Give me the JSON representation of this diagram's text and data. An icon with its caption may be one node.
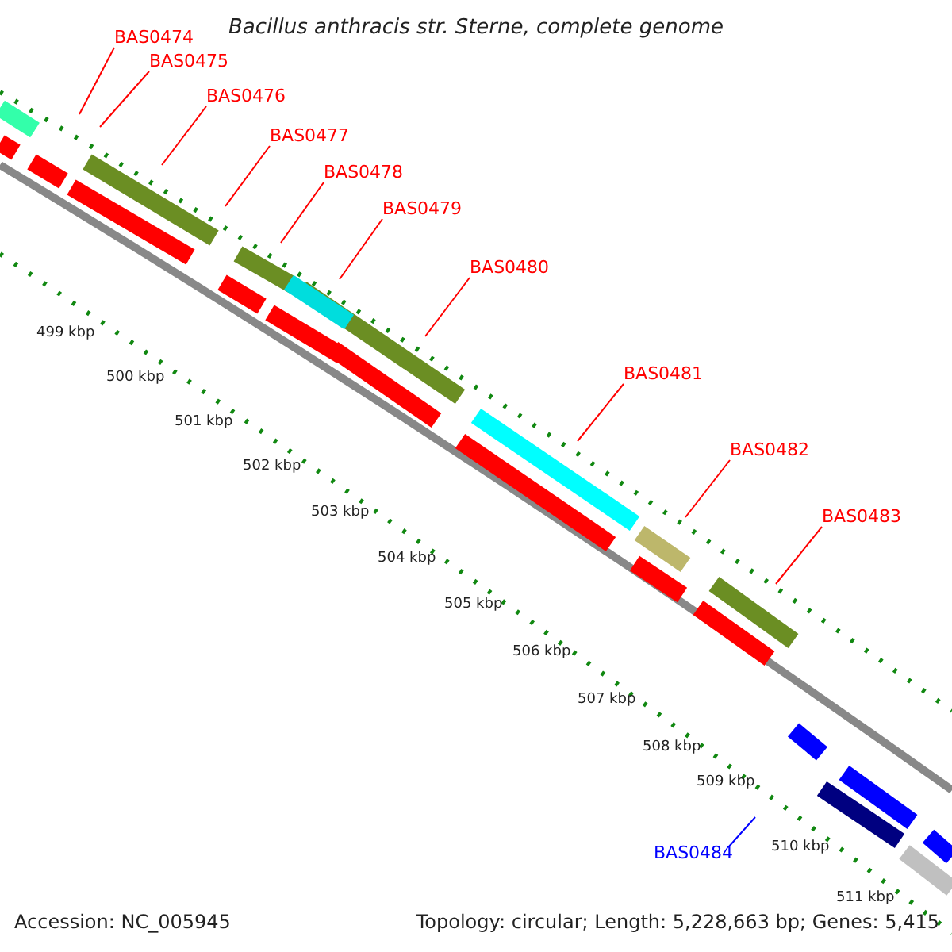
{
  "diagram": {
    "title": "Bacillus anthracis str. Sterne, complete genome",
    "nodes": [
      {
        "text": [
          "BAS0474"
        ]
      },
      {
        "text": [
          "BAS0475"
        ]
      },
      {
        "text": [
          "BAS0476"
        ]
      },
      {
        "text": [
          "BAS0477"
        ]
      },
      {
        "text": [
          "BAS0478"
        ]
      },
      {
        "text": [
          "BAS0479"
        ]
      },
      {
        "text": [
          "BAS0480"
        ]
      },
      {
        "text": [
          "BAS0481"
        ]
      },
      {
        "text": [
          "BAS0482"
        ]
      },
      {
        "text": [
          "BAS0483"
        ]
      },
      {
        "text": [
          "BAS0484"
        ]
      }
    ],
    "edges": [
      {
        "from": 0,
        "to": null,
        "arrow": "none"
      },
      {
        "from": 1,
        "to": null,
        "arrow": "none"
      },
      {
        "from": 2,
        "to": null,
        "arrow": "none"
      },
      {
        "from": 3,
        "to": null,
        "arrow": "none"
      },
      {
        "from": 4,
        "to": null,
        "arrow": "none"
      },
      {
        "from": 5,
        "to": null,
        "arrow": "none"
      },
      {
        "from": 6,
        "to": null,
        "arrow": "none"
      },
      {
        "from": 7,
        "to": null,
        "arrow": "none"
      },
      {
        "from": 8,
        "to": null,
        "arrow": "none"
      },
      {
        "from": 9,
        "to": null,
        "arrow": "none"
      },
      {
        "from": 10,
        "to": null,
        "arrow": "none",
        "color": "#0000ff"
      }
    ],
    "labels": [
      "499 kbp",
      "500 kbp",
      "501 kbp",
      "502 kbp",
      "503 kbp",
      "504 kbp",
      "505 kbp",
      "506 kbp",
      "507 kbp",
      "508 kbp",
      "509 kbp",
      "510 kbp",
      "511 kbp",
      "Accession: NC_005945",
      "Topology: circular; Length: 5,228,663 bp; Genes: 5,415"
    ]
  }
}
